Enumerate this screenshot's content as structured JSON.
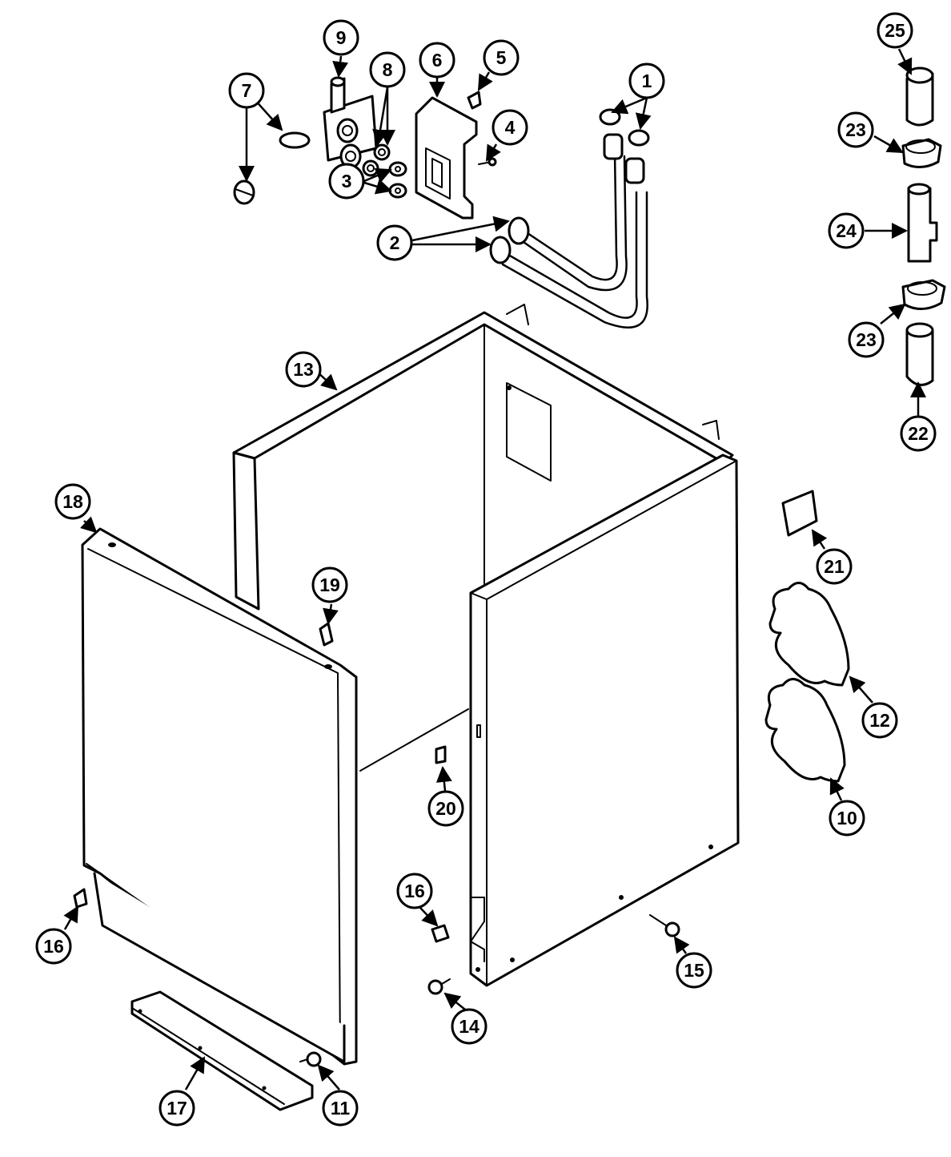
{
  "diagram": {
    "callouts": [
      {
        "id": "c1",
        "label": "1"
      },
      {
        "id": "c2",
        "label": "2"
      },
      {
        "id": "c3",
        "label": "3"
      },
      {
        "id": "c4",
        "label": "4"
      },
      {
        "id": "c5",
        "label": "5"
      },
      {
        "id": "c6",
        "label": "6"
      },
      {
        "id": "c7",
        "label": "7"
      },
      {
        "id": "c8",
        "label": "8"
      },
      {
        "id": "c9",
        "label": "9"
      },
      {
        "id": "c10",
        "label": "10"
      },
      {
        "id": "c11",
        "label": "11"
      },
      {
        "id": "c12",
        "label": "12"
      },
      {
        "id": "c13",
        "label": "13"
      },
      {
        "id": "c14",
        "label": "14"
      },
      {
        "id": "c15",
        "label": "15"
      },
      {
        "id": "c16a",
        "label": "16"
      },
      {
        "id": "c16b",
        "label": "16"
      },
      {
        "id": "c17",
        "label": "17"
      },
      {
        "id": "c18",
        "label": "18"
      },
      {
        "id": "c19",
        "label": "19"
      },
      {
        "id": "c20",
        "label": "20"
      },
      {
        "id": "c21",
        "label": "21"
      },
      {
        "id": "c22",
        "label": "22"
      },
      {
        "id": "c23a",
        "label": "23"
      },
      {
        "id": "c23b",
        "label": "23"
      },
      {
        "id": "c24",
        "label": "24"
      },
      {
        "id": "c25",
        "label": "25"
      }
    ]
  }
}
